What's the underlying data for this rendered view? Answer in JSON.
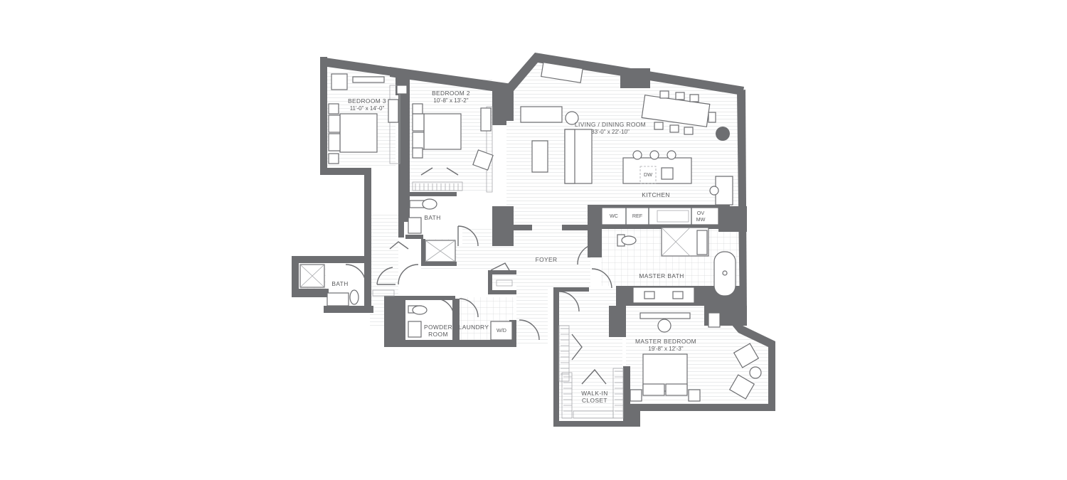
{
  "colors": {
    "wall": "#6d6e71",
    "line": "#6d6e71",
    "floor_lines": "#d9dadc",
    "text": "#58595b",
    "background": "#ffffff"
  },
  "rooms": {
    "bedroom3": {
      "name": "BEDROOM 3",
      "size": "11'-0\" x 14'-0\""
    },
    "bedroom2": {
      "name": "BEDROOM 2",
      "size": "10'-8\" x 13'-2\""
    },
    "living": {
      "name": "LIVING / DINING ROOM",
      "size": "33'-0\" x 22'-10\""
    },
    "kitchen": {
      "name": "KITCHEN"
    },
    "bath_upper": {
      "name": "BATH"
    },
    "bath_lower": {
      "name": "BATH"
    },
    "foyer": {
      "name": "FOYER"
    },
    "master_bath": {
      "name": "MASTER BATH"
    },
    "powder": {
      "line1": "POWDER",
      "line2": "ROOM"
    },
    "laundry": {
      "name": "LAUNDRY"
    },
    "master_bedroom": {
      "name": "MASTER BEDROOM",
      "size": "19'-8\" x 12'-3\""
    },
    "walkin": {
      "line1": "WALK-IN",
      "line2": "CLOSET"
    }
  },
  "appliances": {
    "dw": "DW",
    "wc": "WC",
    "ref": "REF",
    "ov": "OV",
    "mw": "MW",
    "wd": "W/D"
  },
  "icons": [
    "sofa-icon",
    "bed-icon",
    "chair-icon",
    "dining-table-icon",
    "toilet-icon",
    "shower-icon",
    "bathtub-icon",
    "sink-icon",
    "door-swing-icon",
    "plant-icon"
  ]
}
